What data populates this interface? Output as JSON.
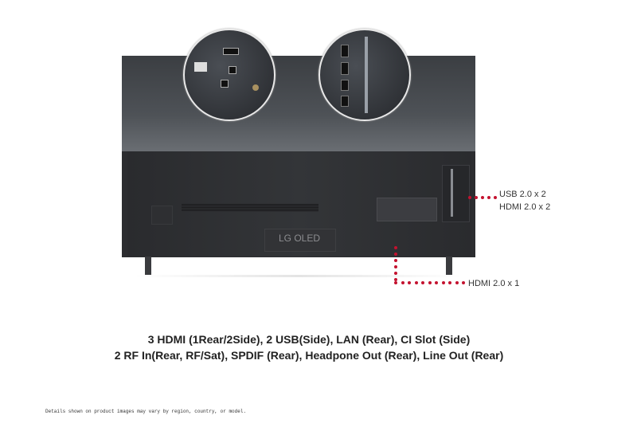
{
  "product": {
    "logo": "LG OLED"
  },
  "callouts": {
    "side_line1": "USB 2.0 x 2",
    "side_line2": "HDMI 2.0 x 2",
    "rear": "HDMI 2.0 x 1"
  },
  "description": {
    "line1": "3 HDMI (1Rear/2Side), 2 USB(Side), LAN (Rear), CI Slot (Side)",
    "line2": "2 RF In(Rear, RF/Sat), SPDIF (Rear), Headpone Out (Rear), Line Out (Rear)"
  },
  "footnote": "Details shown on product images may vary by region, country, or model.",
  "colors": {
    "accent": "#c4122f"
  }
}
